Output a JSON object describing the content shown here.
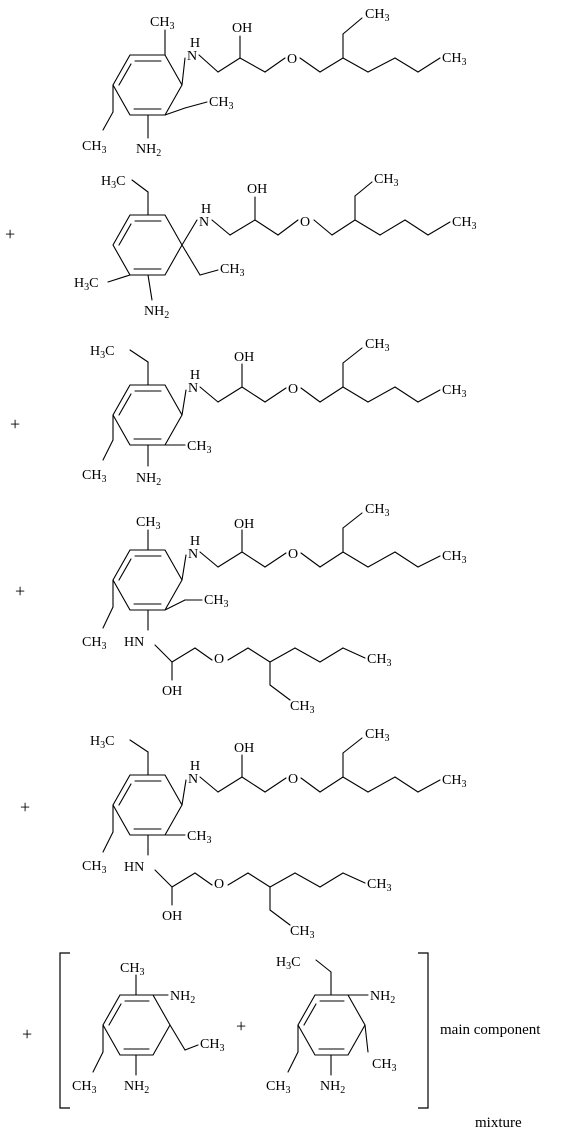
{
  "labels": {
    "ch3": "CH",
    "h3c": "H",
    "c": "C",
    "three": "3",
    "two": "2",
    "nh": "NH",
    "n": "N",
    "h": "H",
    "hn": "HN",
    "oh": "OH",
    "o": "O"
  },
  "operators": {
    "plus": "+"
  },
  "annotations": {
    "main_component": "main component",
    "mixture": "mixture"
  }
}
